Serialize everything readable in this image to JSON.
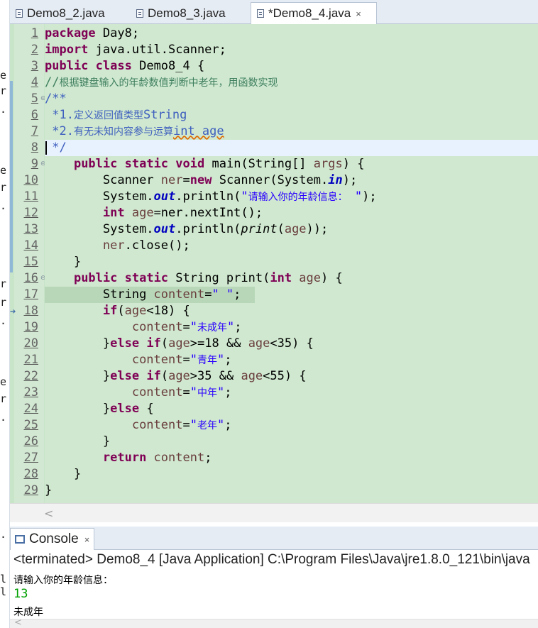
{
  "editor_tabs": [
    {
      "label": "Demo8_2.java",
      "active": false
    },
    {
      "label": "Demo8_3.java",
      "active": false
    },
    {
      "label": "*Demo8_4.java",
      "active": true,
      "close_icon": "×"
    }
  ],
  "code": {
    "line_numbers": [
      "1",
      "2",
      "3",
      "4",
      "5",
      "6",
      "7",
      "8",
      "9",
      "10",
      "11",
      "12",
      "13",
      "14",
      "15",
      "16",
      "17",
      "18",
      "19",
      "20",
      "21",
      "22",
      "23",
      "24",
      "25",
      "26",
      "27",
      "28",
      "29"
    ],
    "lines": {
      "l1": {
        "kw": "package",
        "rest": " Day8;"
      },
      "l2": {
        "kw": "import",
        "rest": " java.util.Scanner;"
      },
      "l3": {
        "kw1": "public",
        "kw2": "class",
        "rest": " Demo8_4 {"
      },
      "l4": {
        "prefix": "//",
        "text": "根据键盘输入的年龄数值判断中老年，用函数实现"
      },
      "l5": {
        "text": "/**"
      },
      "l6": {
        "prefix": " *1.",
        "cn": "定义返回值类型",
        "suffix": "String"
      },
      "l7": {
        "prefix": " *2.",
        "cn": "有无未知内容参与运算",
        "suffix": "int age"
      },
      "l8": {
        "text": " */"
      },
      "l9": {
        "indent": "    ",
        "kw1": "public",
        "kw2": "static",
        "kw3": "void",
        "mid": " main(String[] ",
        "param": "args",
        "end": ") {"
      },
      "l10": {
        "indent": "        ",
        "pre": "Scanner ",
        "var": "ner",
        "eq": "=",
        "kw": "new",
        "post": " Scanner(System.",
        "field": "in",
        "end": ");"
      },
      "l11": {
        "indent": "        ",
        "pre": "System.",
        "field": "out",
        "mid": ".println(",
        "q1": "\"",
        "cn": "请输入你的年龄信息：",
        "q2": " \"",
        "end": ");"
      },
      "l12": {
        "indent": "        ",
        "kw": "int",
        "var": " age",
        "rest": "=ner.nextInt();"
      },
      "l13": {
        "indent": "        ",
        "pre": "System.",
        "field": "out",
        "mid": ".println(",
        "it": "print",
        "open": "(",
        "var": "age",
        "end": "));"
      },
      "l14": {
        "indent": "        ",
        "var": "ner",
        "rest": ".close();"
      },
      "l15": {
        "text": "    }"
      },
      "l16": {
        "indent": "    ",
        "kw1": "public",
        "kw2": "static",
        "mid": " String print(",
        "kw3": "int",
        "var": " age",
        "end": ") {"
      },
      "l17": {
        "indent": "        ",
        "pre": "String ",
        "var": "content",
        "eq": "=",
        "str": "\" \"",
        "end": ";"
      },
      "l18": {
        "indent": "        ",
        "kw": "if",
        "open": "(",
        "var": "age",
        "rest": "<18) {"
      },
      "l19": {
        "indent": "            ",
        "var": "content",
        "eq": "=",
        "q1": "\"",
        "cn": "未成年",
        "q2": "\"",
        "end": ";"
      },
      "l20": {
        "indent": "        ",
        "pre": "}",
        "kw1": "else",
        "kw2": "if",
        "open": "(",
        "var1": "age",
        "mid": ">=18 && ",
        "var2": "age",
        "end": "<35) {"
      },
      "l21": {
        "indent": "            ",
        "var": "content",
        "eq": "=",
        "q1": "\"",
        "cn": "青年",
        "q2": "\"",
        "end": ";"
      },
      "l22": {
        "indent": "        ",
        "pre": "}",
        "kw1": "else",
        "kw2": "if",
        "open": "(",
        "var1": "age",
        "mid": ">35 && ",
        "var2": "age",
        "end": "<55) {"
      },
      "l23": {
        "indent": "            ",
        "var": "content",
        "eq": "=",
        "q1": "\"",
        "cn": "中年",
        "q2": "\"",
        "end": ";"
      },
      "l24": {
        "indent": "        ",
        "pre": "}",
        "kw": "else",
        "end": " {"
      },
      "l25": {
        "indent": "            ",
        "var": "content",
        "eq": "=",
        "q1": "\"",
        "cn": "老年",
        "q2": "\"",
        "end": ";"
      },
      "l26": {
        "text": "        }"
      },
      "l27": {
        "indent": "        ",
        "kw": "return",
        "var": " content",
        "end": ";"
      },
      "l28": {
        "text": "    }"
      },
      "l29": {
        "text": "}"
      }
    }
  },
  "console": {
    "tab_label": "Console",
    "close_icon": "×",
    "header": "<terminated> Demo8_4 [Java Application] C:\\Program Files\\Java\\jre1.8.0_121\\bin\\java",
    "prompt_output": "请输入你的年龄信息：",
    "user_input": "13",
    "result_output": "未成年"
  },
  "scroll_left_glyph": "<",
  "colors": {
    "editor_bg": "#cfe8cf",
    "keyword": "#7f0055",
    "string": "#2a00ff",
    "comment": "#3f7f5f",
    "javadoc": "#3f5fbf",
    "field": "#0000c0",
    "local_var": "#6a3e3e",
    "console_input": "#00a000"
  }
}
